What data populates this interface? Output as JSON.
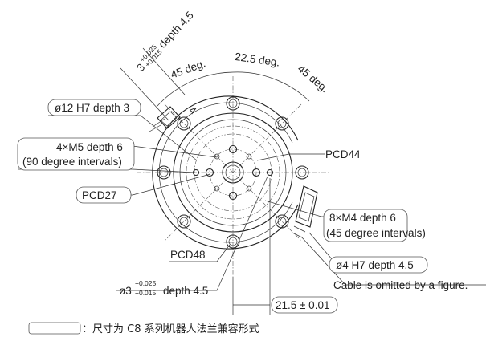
{
  "labels": {
    "dim_3_prefix": "3",
    "dim_3_tol_plus": "+0.025",
    "dim_3_tol_minus": "+0.015",
    "dim_3_suffix": "depth 4.5",
    "angle_45_left": "45 deg.",
    "angle_22_5": "22.5 deg.",
    "angle_45_right": "45 deg.",
    "phi12": "ø12 H7 depth 3",
    "m5_line1": "4×M5 depth 6",
    "m5_line2": "(90 degree intervals)",
    "pcd44": "PCD44",
    "pcd27": "PCD27",
    "m4_line1": "8×M4 depth 6",
    "m4_line2": "(45 degree intervals)",
    "pcd48": "PCD48",
    "phi4": "ø4 H7 depth 4.5",
    "phi3_prefix": "ø3",
    "phi3_tol_plus": "+0.025",
    "phi3_tol_minus": "+0.015",
    "phi3_suffix": "depth 4.5",
    "cable_note": "Cable is omitted by a figure.",
    "dim_21_5": "21.5 ± 0.01",
    "marker_4": "4",
    "legend_text": "：尺寸为 C8 系列机器人法兰兼容形式"
  }
}
